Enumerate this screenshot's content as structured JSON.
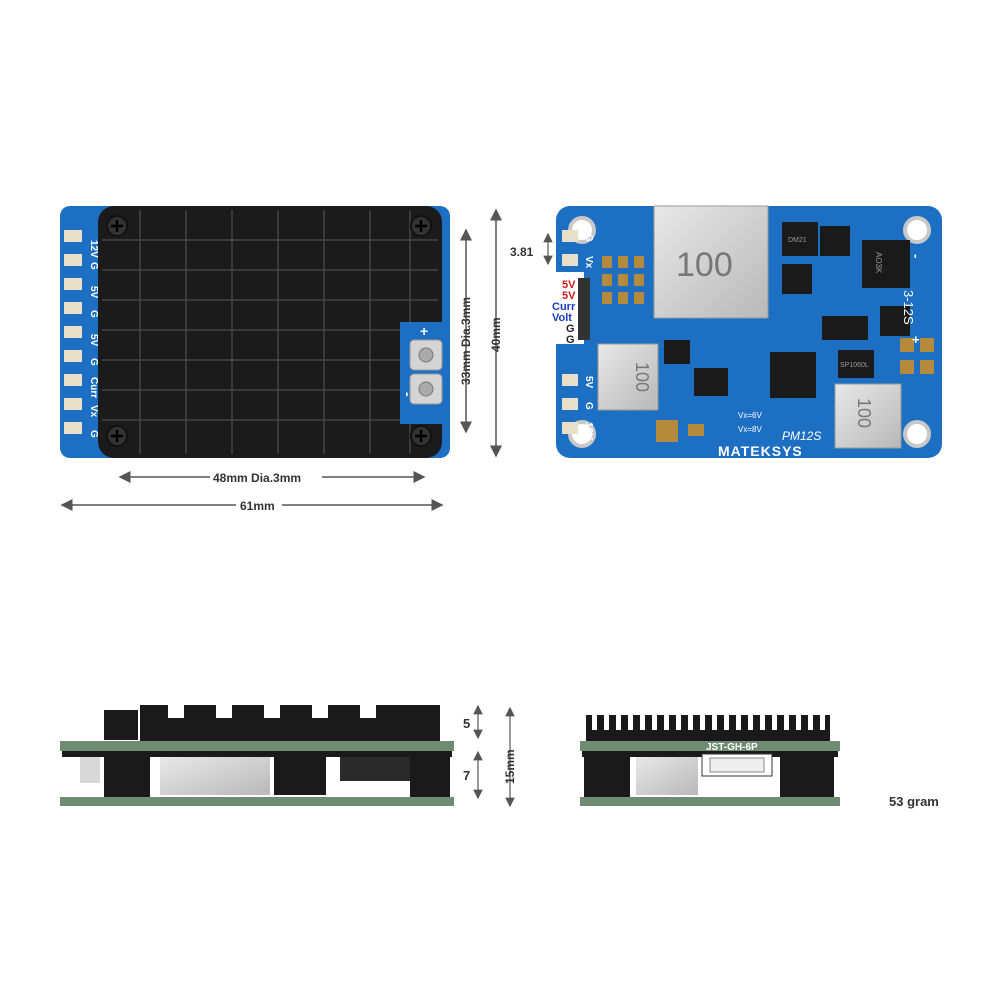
{
  "dimensions": {
    "height_40": "40mm",
    "holes_33": "33mm Dia.3mm",
    "holes_48": "48mm Dia.3mm",
    "width_61": "61mm",
    "pitch": "3.81",
    "fin_height": "5",
    "board_gap": "7",
    "total_height": "15mm"
  },
  "weight": "53 gram",
  "board_front": {
    "pads": [
      "12V",
      "G",
      "5V",
      "G",
      "5V",
      "G",
      "Curr",
      "Vx",
      "G"
    ],
    "plus": "+",
    "minus": "-"
  },
  "board_back": {
    "brand": "MATEKSYS",
    "model": "PM12S",
    "input": "3-12S",
    "plus": "+",
    "minus": "-",
    "inductor_big": "100",
    "inductor_left": "100",
    "inductor_right": "100",
    "left_pads": [
      "G",
      "Vx",
      "5V",
      "G",
      "12V"
    ],
    "connector_labels": [
      "5V",
      "5V",
      "Curr",
      "Volt",
      "G",
      "G"
    ],
    "vx_6v": "Vx=6V",
    "vx_8v": "Vx=8V",
    "chip1": "DM21",
    "chip2": "AO3K",
    "chip3": "SP1060L"
  },
  "side_connector": "JST-GH-6P",
  "colors": {
    "pcb_blue": "#1d6fc4",
    "heatsink": "#1b1b1b",
    "dimension_line": "#555555",
    "connector_5v": "#d01818",
    "connector_curr": "#1a3bbf"
  }
}
